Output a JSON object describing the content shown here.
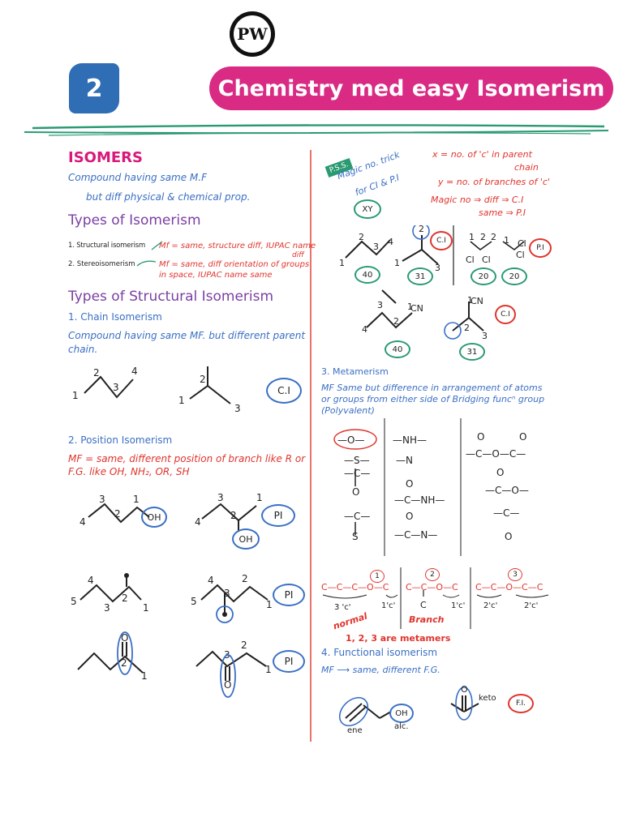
{
  "header": {
    "logo_text": "PW",
    "page_number": "2",
    "title": "Chemistry med easy Isomerism"
  },
  "left": {
    "isomers_heading": "ISOMERS",
    "isomers_def_1": "Compound having same M.F",
    "isomers_def_2": "but diff physical & chemical prop.",
    "types_heading": "Types of Isomerism",
    "structural_label": "1. Structural isomerism",
    "structural_desc_1": "Mf = same, structure diff, IUPAC name",
    "structural_desc_2": "diff",
    "stereo_label": "2. Stereoisomerism",
    "stereo_desc_1": "Mf = same, diff orientation of groups",
    "stereo_desc_2": "in space, IUPAC name same",
    "types_structural_heading": "Types of Structural Isomerism",
    "chain_heading": "1. Chain Isomerism",
    "chain_def_1": "Compound having same MF. but different parent",
    "chain_def_2": "chain.",
    "chain_badge": "C.I",
    "position_heading": "2. Position Isomerism",
    "position_def_1": "MF = same, different position of branch like R or",
    "position_def_2": "F.G. like OH, NH₂, OR, SH",
    "pi_badge": "PI",
    "oh_label": "OH",
    "ketone_o": "O"
  },
  "right": {
    "pss_label": "P.S.S.",
    "magic_trick_1": "Magic no. trick",
    "magic_trick_2": "for CI & P.I",
    "xy_label": "XY",
    "x_def_1": "x = no. of 'c' in parent",
    "x_def_2": "chain",
    "y_def": "y = no. of branches of 'c'",
    "magic_diff": "Magic no ⇒ diff ⇒ C.I",
    "magic_same": "same ⇒ P.I",
    "ci_badge": "C.I",
    "pi_badge": "P.I",
    "n40": "40",
    "n31": "31",
    "n20": "20",
    "cl": "Cl",
    "cn": "CN",
    "metamerism_heading": "3. Metamerism",
    "metamerism_def_1": "MF Same but difference in arrangement of atoms",
    "metamerism_def_2": "or groups from either side of Bridging funcⁿ group",
    "metamerism_def_3": "(Polyvalent)",
    "g_ether": "—O—",
    "g_thio": "—S—",
    "g_carbonyl": "—C—",
    "g_nh": "—NH—",
    "g_n": "—N",
    "g_amide": "—C—NH—",
    "g_amide2": "—C—N—",
    "g_anhydride": "—C—O—C—",
    "g_ester": "—C—O—",
    "o_atom": "O",
    "s_atom": "S",
    "meta1": "C—C—C—O—C",
    "meta2": "C—C—O—C",
    "meta3": "C—C—O—C—C",
    "meta_3c": "3 'c'",
    "meta_1c": "1'c'",
    "meta_2c": "2'c'",
    "normal": "normal",
    "branch": "Branch",
    "branch_c": "C",
    "num1": "1",
    "num2": "2",
    "num3": "3",
    "metamers_note": "1, 2, 3 are metamers",
    "functional_heading": "4. Functional isomerism",
    "functional_def": "MF ⟶ same, different F.G.",
    "ene": "ene",
    "alc": "alc.",
    "oh": "OH",
    "keto": "keto",
    "fi_badge": "F.I."
  }
}
